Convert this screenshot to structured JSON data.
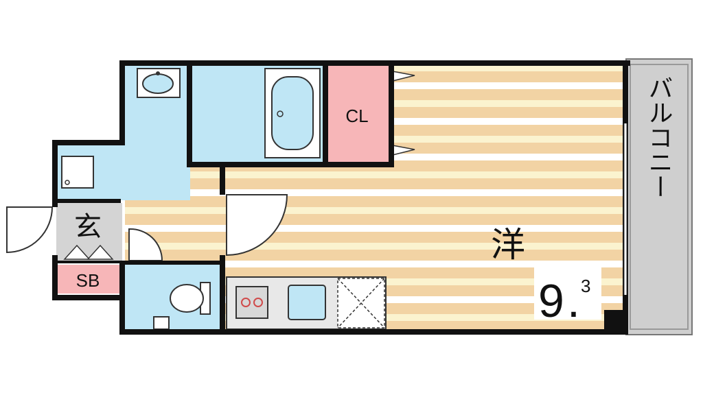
{
  "floorplan": {
    "rooms": {
      "western_room": {
        "label": "洋",
        "area_main": "9",
        "area_sep": ".",
        "area_decimal": "3"
      },
      "closet": {
        "label": "CL"
      },
      "entrance": {
        "label": "玄"
      },
      "shoe_box": {
        "label": "SB"
      },
      "balcony": {
        "label": "バルコニー"
      }
    },
    "colors": {
      "wall": "#111111",
      "wet_area": "#bfe6f5",
      "closet": "#f7b6b8",
      "floor_stripe_tan": "#f2d3a4",
      "floor_stripe_cream": "#fbf3cf",
      "entrance_floor": "#d4d4d4",
      "balcony": "#cfcfcf",
      "kitchen_counter": "#e8e8e8"
    }
  }
}
